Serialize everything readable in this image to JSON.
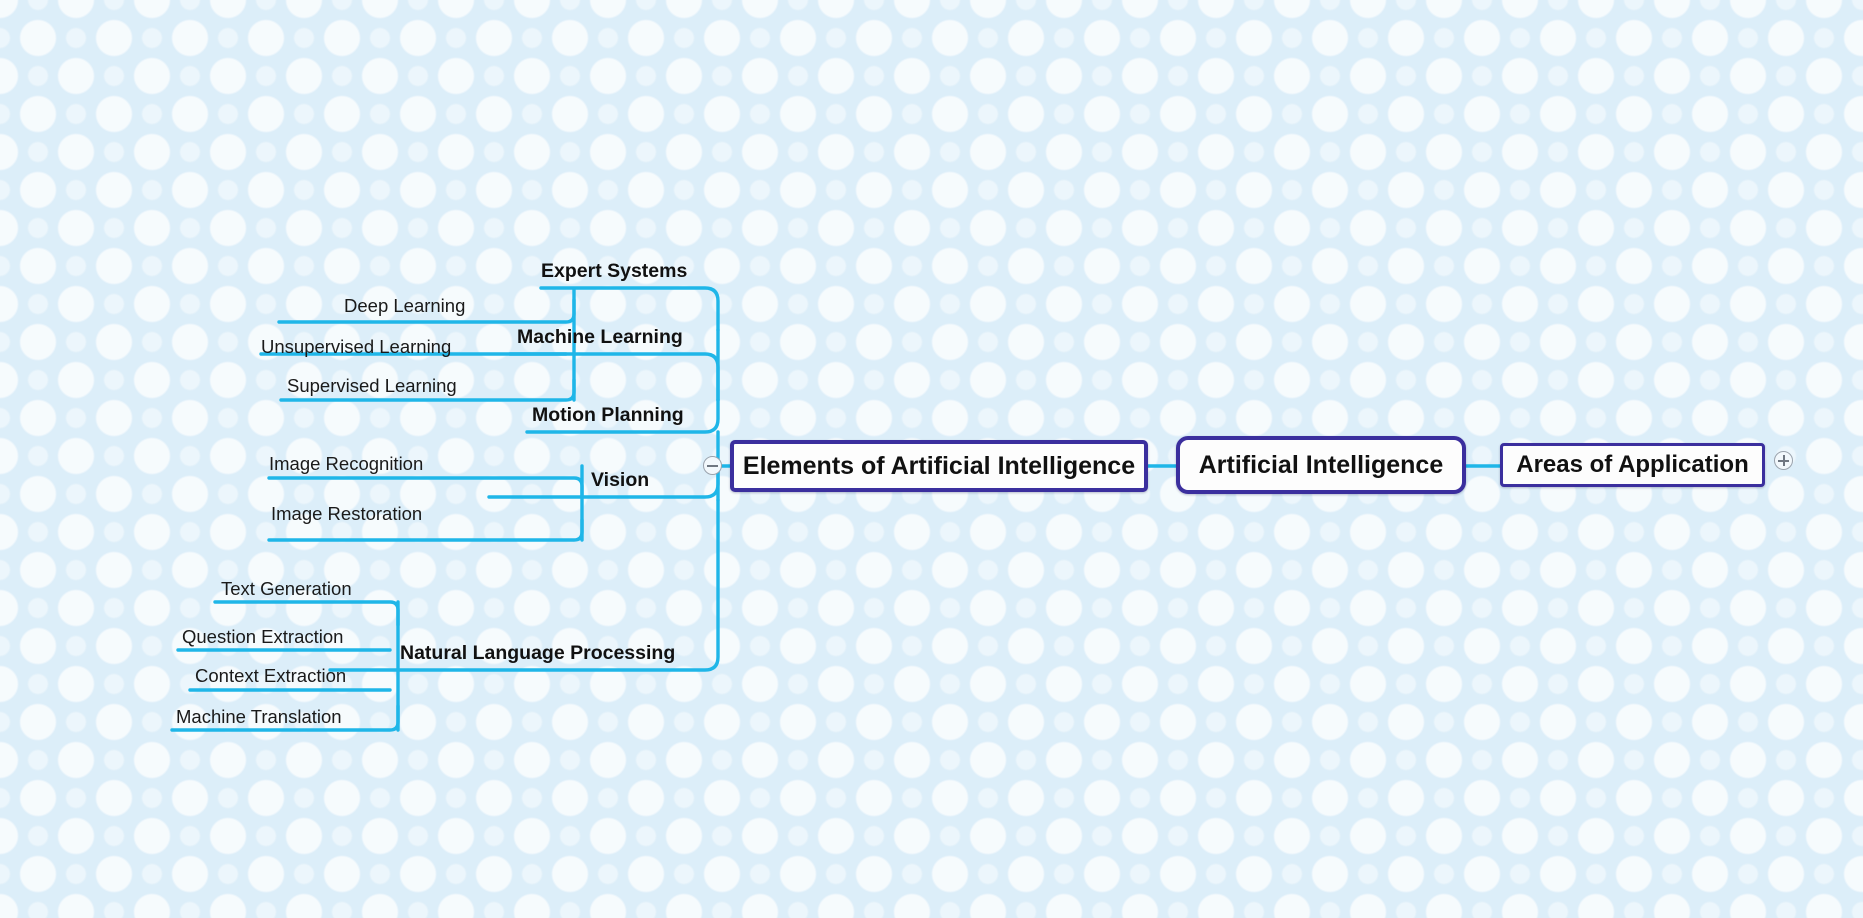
{
  "theme": {
    "background_color": "#dceef9",
    "branch_color": "#1fb6e8",
    "node_border_color": "#3b2f9e",
    "node_fill_color": "#fdfdfd",
    "text_color": "#111111"
  },
  "root": {
    "label": "Artificial Intelligence"
  },
  "left_branch": {
    "label": "Elements of Artificial Intelligence",
    "collapse_icon": "minus-circle-icon",
    "topics": [
      {
        "label": "Expert Systems",
        "children": []
      },
      {
        "label": "Machine Learning",
        "children": [
          {
            "label": "Deep Learning"
          },
          {
            "label": "Unsupervised Learning"
          },
          {
            "label": "Supervised Learning"
          }
        ]
      },
      {
        "label": "Motion Planning",
        "children": []
      },
      {
        "label": "Vision",
        "children": [
          {
            "label": "Image Recognition"
          },
          {
            "label": "Image Restoration"
          }
        ]
      },
      {
        "label": "Natural Language Processing",
        "children": [
          {
            "label": "Text Generation"
          },
          {
            "label": "Question Extraction"
          },
          {
            "label": "Context Extraction"
          },
          {
            "label": "Machine Translation"
          }
        ]
      }
    ]
  },
  "right_branch": {
    "label": "Areas of Application",
    "expand_icon": "plus-circle-icon",
    "collapsed": true
  }
}
